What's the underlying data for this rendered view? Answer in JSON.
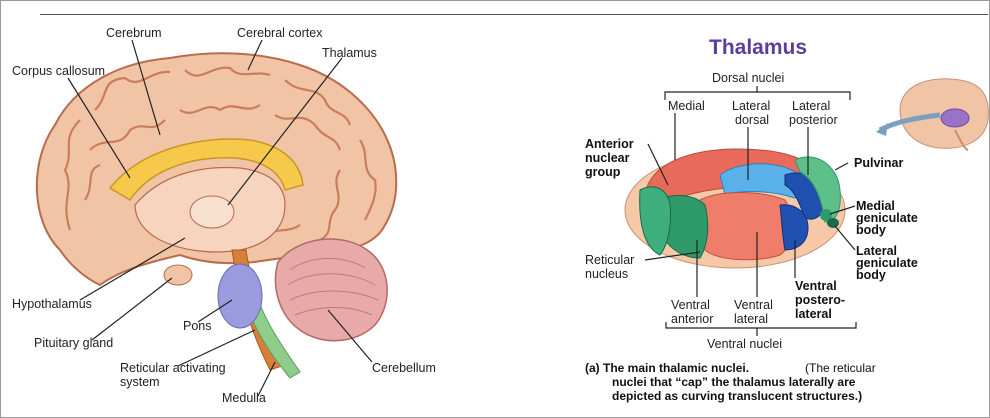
{
  "left_labels": {
    "cerebrum": "Cerebrum",
    "cerebral_cortex": "Cerebral cortex",
    "thalamus": "Thalamus",
    "corpus_callosum": "Corpus callosum",
    "hypothalamus": "Hypothalamus",
    "pituitary_gland": "Pituitary gland",
    "pons": "Pons",
    "reticular_activating_line1": "Reticular activating",
    "reticular_activating_line2": "system",
    "medulla": "Medulla",
    "cerebellum": "Cerebellum"
  },
  "right_panel": {
    "title": "Thalamus",
    "dorsal_nuclei": "Dorsal nuclei",
    "medial": "Medial",
    "lateral_dorsal_1": "Lateral",
    "lateral_dorsal_2": "dorsal",
    "lateral_posterior_1": "Lateral",
    "lateral_posterior_2": "posterior",
    "anterior_1": "Anterior",
    "anterior_2": "nuclear",
    "anterior_3": "group",
    "pulvinar": "Pulvinar",
    "medial_gen_1": "Medial",
    "medial_gen_2": "geniculate",
    "medial_gen_3": "body",
    "lateral_gen_1": "Lateral",
    "lateral_gen_2": "geniculate",
    "lateral_gen_3": "body",
    "reticular_1": "Reticular",
    "reticular_2": "nucleus",
    "ventral_postero_1": "Ventral",
    "ventral_postero_2": "postero-",
    "ventral_postero_3": "lateral",
    "ventral_anterior_1": "Ventral",
    "ventral_anterior_2": "anterior",
    "ventral_lateral_1": "Ventral",
    "ventral_lateral_2": "lateral",
    "ventral_nuclei": "Ventral nuclei",
    "caption_bold": "(a) The main thalamic nuclei.",
    "caption_rest_1": "(The reticular",
    "caption_rest_2": "nuclei that “cap” the thalamus laterally are",
    "caption_rest_3": "depicted as curving translucent structures.)"
  },
  "colors": {
    "brain_fill": "#f2c4a6",
    "brain_gyri": "#d08a6a",
    "corpus_callosum": "#f7c94a",
    "cerebellum": "#e8a9a9",
    "pons": "#9b9be0",
    "medulla_green": "#8fce8a",
    "ras_orange": "#d8803a",
    "title_purple": "#5b3fa0",
    "thal_red": "#e86a5a",
    "thal_blue": "#3fa0e0",
    "thal_darkblue": "#2050b0",
    "thal_green": "#2e9a6a",
    "thal_pale": "#f5c9a8"
  }
}
